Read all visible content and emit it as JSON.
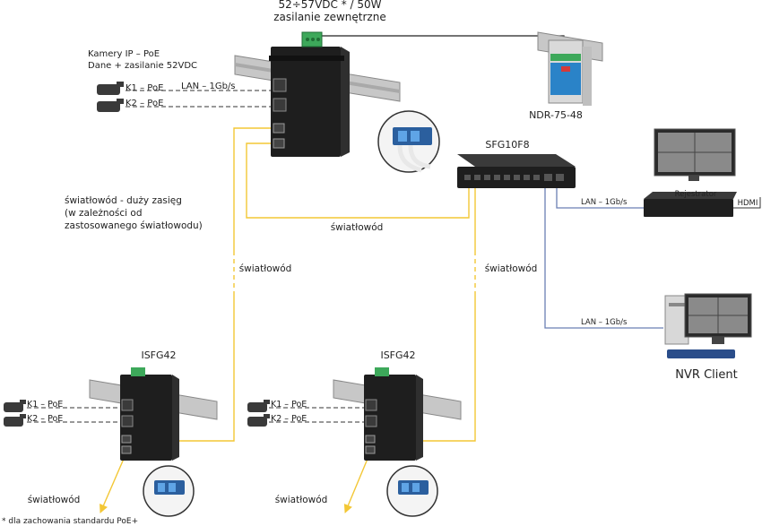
{
  "power": {
    "voltage_label": "52÷57VDC * / 50W",
    "external_label": "zasilanie zewnętrzne",
    "psu_model": "NDR-75-48"
  },
  "top_switch": {
    "cameras_title_line1": "Kamery IP – PoE",
    "cameras_title_line2": "Dane + zasilanie 52VDC",
    "k1": "K1 – PoE",
    "k2": "K2 – PoE",
    "lan_label": "LAN – 1Gb/s",
    "fiber_note_line1": "światłowód - duży zasięg",
    "fiber_note_line2": "(w zależności od",
    "fiber_note_line3": "zastosowanego światłowodu)"
  },
  "core_switch": {
    "model": "SFG10F8",
    "fiber_label": "światłowód",
    "lan_to_recorder": "LAN – 1Gb/s",
    "lan_to_client": "LAN – 1Gb/s"
  },
  "recorder": {
    "label": "Rejestrator",
    "hdmi": "HDMI"
  },
  "client": {
    "label": "NVR Client"
  },
  "fiber_links": {
    "left": "światłowód",
    "right": "światłowód"
  },
  "left_switch": {
    "model": "ISFG42",
    "k1": "K1 – PoE",
    "k2": "K2 – PoE",
    "fiber_out": "światłowód"
  },
  "mid_switch": {
    "model": "ISFG42",
    "k1": "K1 – PoE",
    "k2": "K2 – PoE",
    "fiber_out": "światłowód"
  },
  "footnote": "* dla zachowania standardu PoE+",
  "colors": {
    "fiber": "#f3c735",
    "lan": "#6b7fb3",
    "switch_body": "#1e1e1e",
    "din_rail": "#c7c7c7",
    "terminal": "#3da85a",
    "psu_body": "#d9d9d9",
    "psu_accent": "#2a83c8"
  }
}
